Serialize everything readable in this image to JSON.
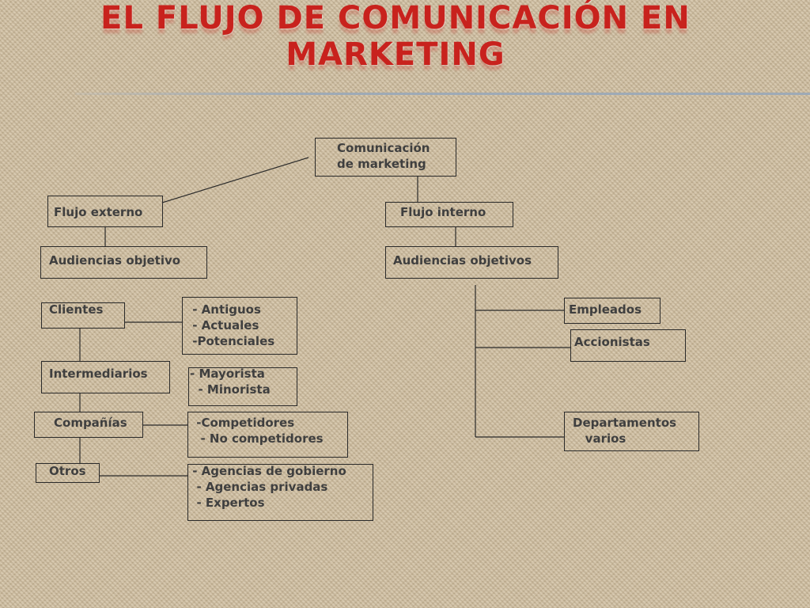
{
  "slide": {
    "title": "EL FLUJO DE COMUNICACIÓN EN MARKETING"
  },
  "diagram": {
    "root": "Comunicación\nde marketing",
    "external": {
      "flow": "Flujo externo",
      "audience": "Audiencias objetivo",
      "groups": [
        {
          "name": "Clientes",
          "detail": " - Antiguos\n - Actuales\n -Potenciales"
        },
        {
          "name": "Intermediarios",
          "detail": "- Mayorista\n  - Minorista"
        },
        {
          "name": "Compañías",
          "detail": " -Competidores\n  - No competidores"
        },
        {
          "name": "Otros",
          "detail": " - Agencias de gobierno\n  - Agencias privadas\n  - Expertos"
        }
      ]
    },
    "internal": {
      "flow": "Flujo interno",
      "audience": "Audiencias objetivos",
      "groups": [
        {
          "name": "Empleados"
        },
        {
          "name": "Accionistas"
        },
        {
          "name": "Departamentos\n   varios"
        }
      ]
    }
  }
}
